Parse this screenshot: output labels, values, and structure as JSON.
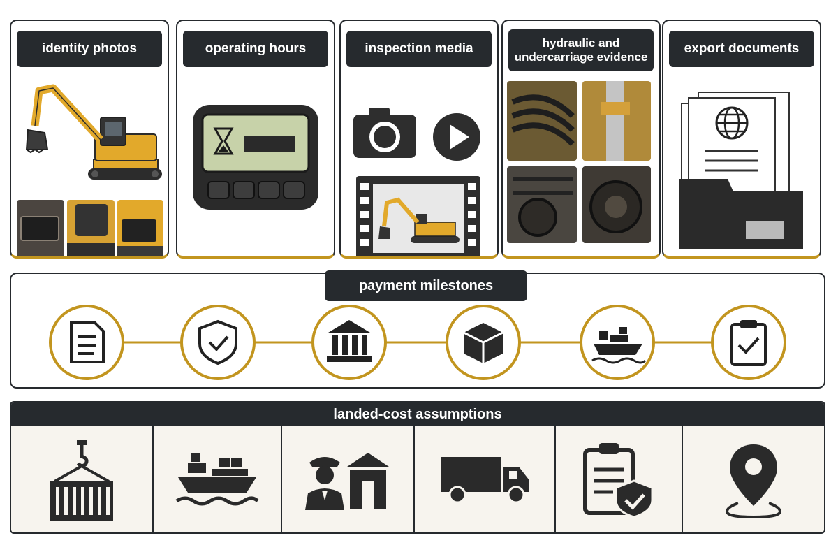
{
  "cards": [
    {
      "title": "identity photos",
      "icon": "excavator-photo-icon"
    },
    {
      "title": "operating hours",
      "icon": "hour-meter-icon"
    },
    {
      "title": "inspection media",
      "icon": "camera-video-icon"
    },
    {
      "title": "hydraulic and undercarriage evidence",
      "icon": "hydraulic-parts-photo-icon"
    },
    {
      "title": "export documents",
      "icon": "document-folder-icon"
    }
  ],
  "payment": {
    "title": "payment milestones",
    "steps": [
      "document-icon",
      "shield-check-icon",
      "bank-icon",
      "package-icon",
      "cargo-ship-icon",
      "clipboard-check-icon"
    ]
  },
  "landed": {
    "title": "landed-cost assumptions",
    "icons": [
      "crane-container-icon",
      "cargo-ship-icon",
      "customs-officer-icon",
      "delivery-truck-icon",
      "insurance-clipboard-icon",
      "location-pin-icon"
    ]
  },
  "colors": {
    "dark": "#262a2e",
    "accent": "#c2951f",
    "machine": "#e2a92b",
    "screen": "#c7d2a9"
  }
}
